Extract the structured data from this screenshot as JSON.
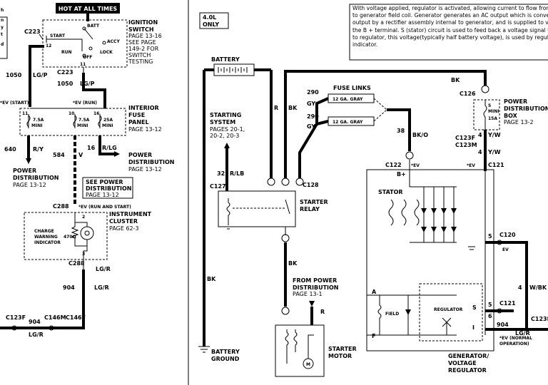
{
  "left": {
    "partial_text": [
      "h",
      "n",
      "y",
      "t",
      "d"
    ],
    "hot_label": "HOT AT ALL TIMES",
    "ign": {
      "connector": "C223",
      "name": "IGNITION",
      "name2": "SWITCH",
      "page": "PAGE   13-16",
      "see1": "SEE PAGE",
      "see2": "149-2   FOR",
      "see3": "SWITCH",
      "see4": "TESTING",
      "batt": "BATT",
      "start": "START",
      "accy": "ACCY",
      "run": "RUN",
      "lock": "LOCK",
      "off": "OFF",
      "p12": "12",
      "p11": "11"
    },
    "w1050a": "1050",
    "w1050a_c": "LG/P",
    "c223b": "C223",
    "w1050b": "1050",
    "w1050b_c": "LG/P",
    "fuse_panel": {
      "name": "INTERIOR",
      "name2": "FUSE",
      "name3": "PANEL",
      "page": "PAGE   13-12",
      "start_note": "*EV (START)",
      "run_note": "*EV (RUN)",
      "f1": "7.5A",
      "f2": "7.5A",
      "f3": "25A",
      "mini": "MINI",
      "p11": "11",
      "p10": "10",
      "p16": "16"
    },
    "w640": "640",
    "w640_c": "R/Y",
    "w584": "584",
    "w584_c": "V",
    "w16": "16",
    "w16_c": "R/LG",
    "pd_left": {
      "t1": "POWER",
      "t2": "DISTRIBUTION",
      "t3": "PAGE   13-12"
    },
    "pd_mid": {
      "t1": "POWER",
      "t2": "DISTRIBUTION",
      "t3": "PAGE   13-12"
    },
    "see_pd": {
      "t1": "SEE POWER",
      "t2": "DISTRIBUTION",
      "t3": "PAGE   13-12"
    },
    "c288a": "C288",
    "c288a_note": "*EV (RUN AND START)",
    "cluster": {
      "name": "INSTRUMENT",
      "name2": "CLUSTER",
      "page": "PAGE   62-3",
      "ind1": "CHARGE",
      "ind2": "WARNING",
      "ind3": "INDICATOR",
      "res": "470Ω",
      "p2": "2",
      "p3": "3"
    },
    "c288b": "C288",
    "c288b_c": "LG/R",
    "w904": "904",
    "w904_c": "LG/R",
    "c123f": "C123F",
    "c146m": "C146M",
    "c146f": "C146F",
    "w904b": "904",
    "w904b_c": "LG/R"
  },
  "right": {
    "engine": "4.0L",
    "engine2": "ONLY",
    "note": "With voltage applied, regulator is activated, allowing current to flow from sense A circuit to generator field coil.  Generator generates an AC output which is converted to a DC output by a rectifier assembly internal to generator, and is supplied to vehicle through the B + terminal.  S (stator) circuit is used to feed back a voltage signal from generator to regulator, this voltage(typically half battery voltage), is used by regulator to turn off indicator.",
    "battery": "BATTERY",
    "wR": "R",
    "wBK": "BK",
    "wBK2": "BK",
    "fuse_links": "FUSE LINKS",
    "w290a": "290",
    "w290a_c": "GY",
    "fl1": "12 GA. GRAY",
    "w290b": "290",
    "w290b_c": "GY",
    "fl2": "12 GA. GRAY",
    "w38": "38",
    "w38_c": "BK/O",
    "wBK3": "BK",
    "c126": "C126",
    "pdb": {
      "t1": "POWER",
      "t2": "DISTRIBUTION",
      "t3": "BOX",
      "t4": "PAGE   13-2",
      "f": "5",
      "mini": "MINI",
      "a": "15A"
    },
    "w4a": "4",
    "w4a_c": "Y/W",
    "c123f": "C123F",
    "c123m": "C123M",
    "w4b": "4",
    "w4b_c": "Y/W",
    "c121a": "C121",
    "c121a_n": "*EV",
    "starting": {
      "t1": "STARTING",
      "t2": "SYSTEM",
      "t3": "PAGES   20-1,",
      "t4": "20-2,     20-3"
    },
    "w32": "32",
    "w32_c": "R/LB",
    "c127": "C127",
    "c122": "C122",
    "c122_n": "*EV",
    "c128": "C128",
    "relay": {
      "t1": "STARTER",
      "t2": "RELAY"
    },
    "gen": {
      "bplus": "B+",
      "stator": "STATOR",
      "pin_a": "A",
      "pin_f": "F",
      "pin_s": "S",
      "pin_i": "I",
      "p5": "5",
      "p6": "6",
      "field": "FIELD",
      "regulator": "REGULATOR",
      "s2": "S",
      "i2": "I",
      "name1": "GENERATOR/",
      "name2": "VOLTAGE",
      "name3": "REGULATOR"
    },
    "c120": "C120",
    "c120_n": "EV",
    "w4c": "4",
    "w4c_c": "W/BK",
    "c121b": "C121",
    "w904": "904",
    "w904_c": "LG/R",
    "normal_note1": "*EV (NORMAL",
    "normal_note2": "OPERATION)",
    "wBK4": "BK",
    "ground": {
      "t1": "BATTERY",
      "t2": "GROUND"
    },
    "fpd": {
      "t1": "FROM POWER",
      "t2": "DISTRIBUTION",
      "t3": "PAGE   13-1"
    },
    "wR2": "R",
    "starter": {
      "t1": "STARTER",
      "t2": "MOTOR",
      "m": "M"
    }
  }
}
